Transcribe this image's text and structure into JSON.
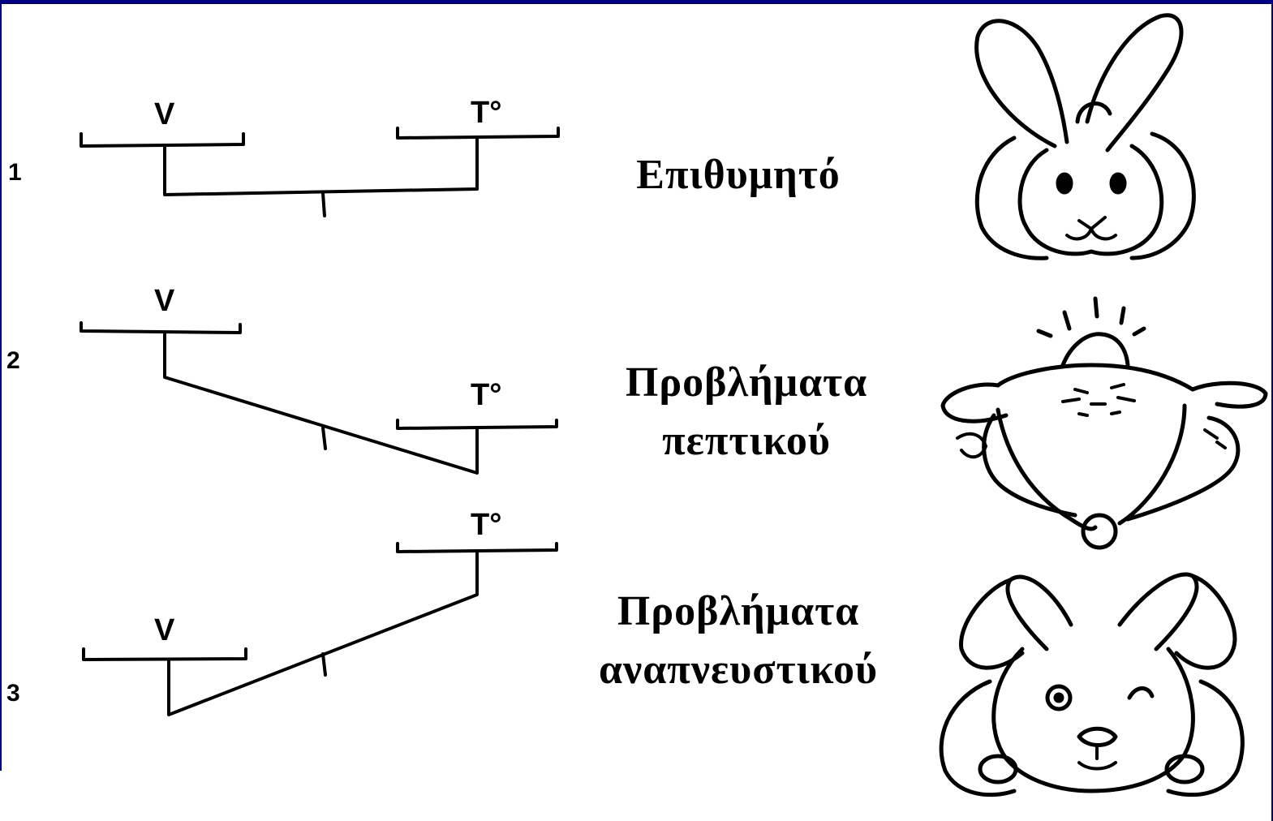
{
  "colors": {
    "frame": "#000080",
    "ink": "#000000",
    "background": "#ffffff"
  },
  "rows": [
    {
      "number": "1",
      "left_label": "V",
      "right_label": "T°",
      "caption_lines": [
        "Επιθυμητό"
      ],
      "illustration": "rabbit-upright-icon"
    },
    {
      "number": "2",
      "left_label": "V",
      "right_label": "T°",
      "caption_lines": [
        "Προβλήματα",
        "πεπτικού"
      ],
      "illustration": "rabbit-belly-up-icon"
    },
    {
      "number": "3",
      "left_label": "V",
      "right_label": "T°",
      "caption_lines": [
        "Προβλήματα",
        "αναπνευστικού"
      ],
      "illustration": "rabbit-droopy-ears-icon"
    }
  ]
}
